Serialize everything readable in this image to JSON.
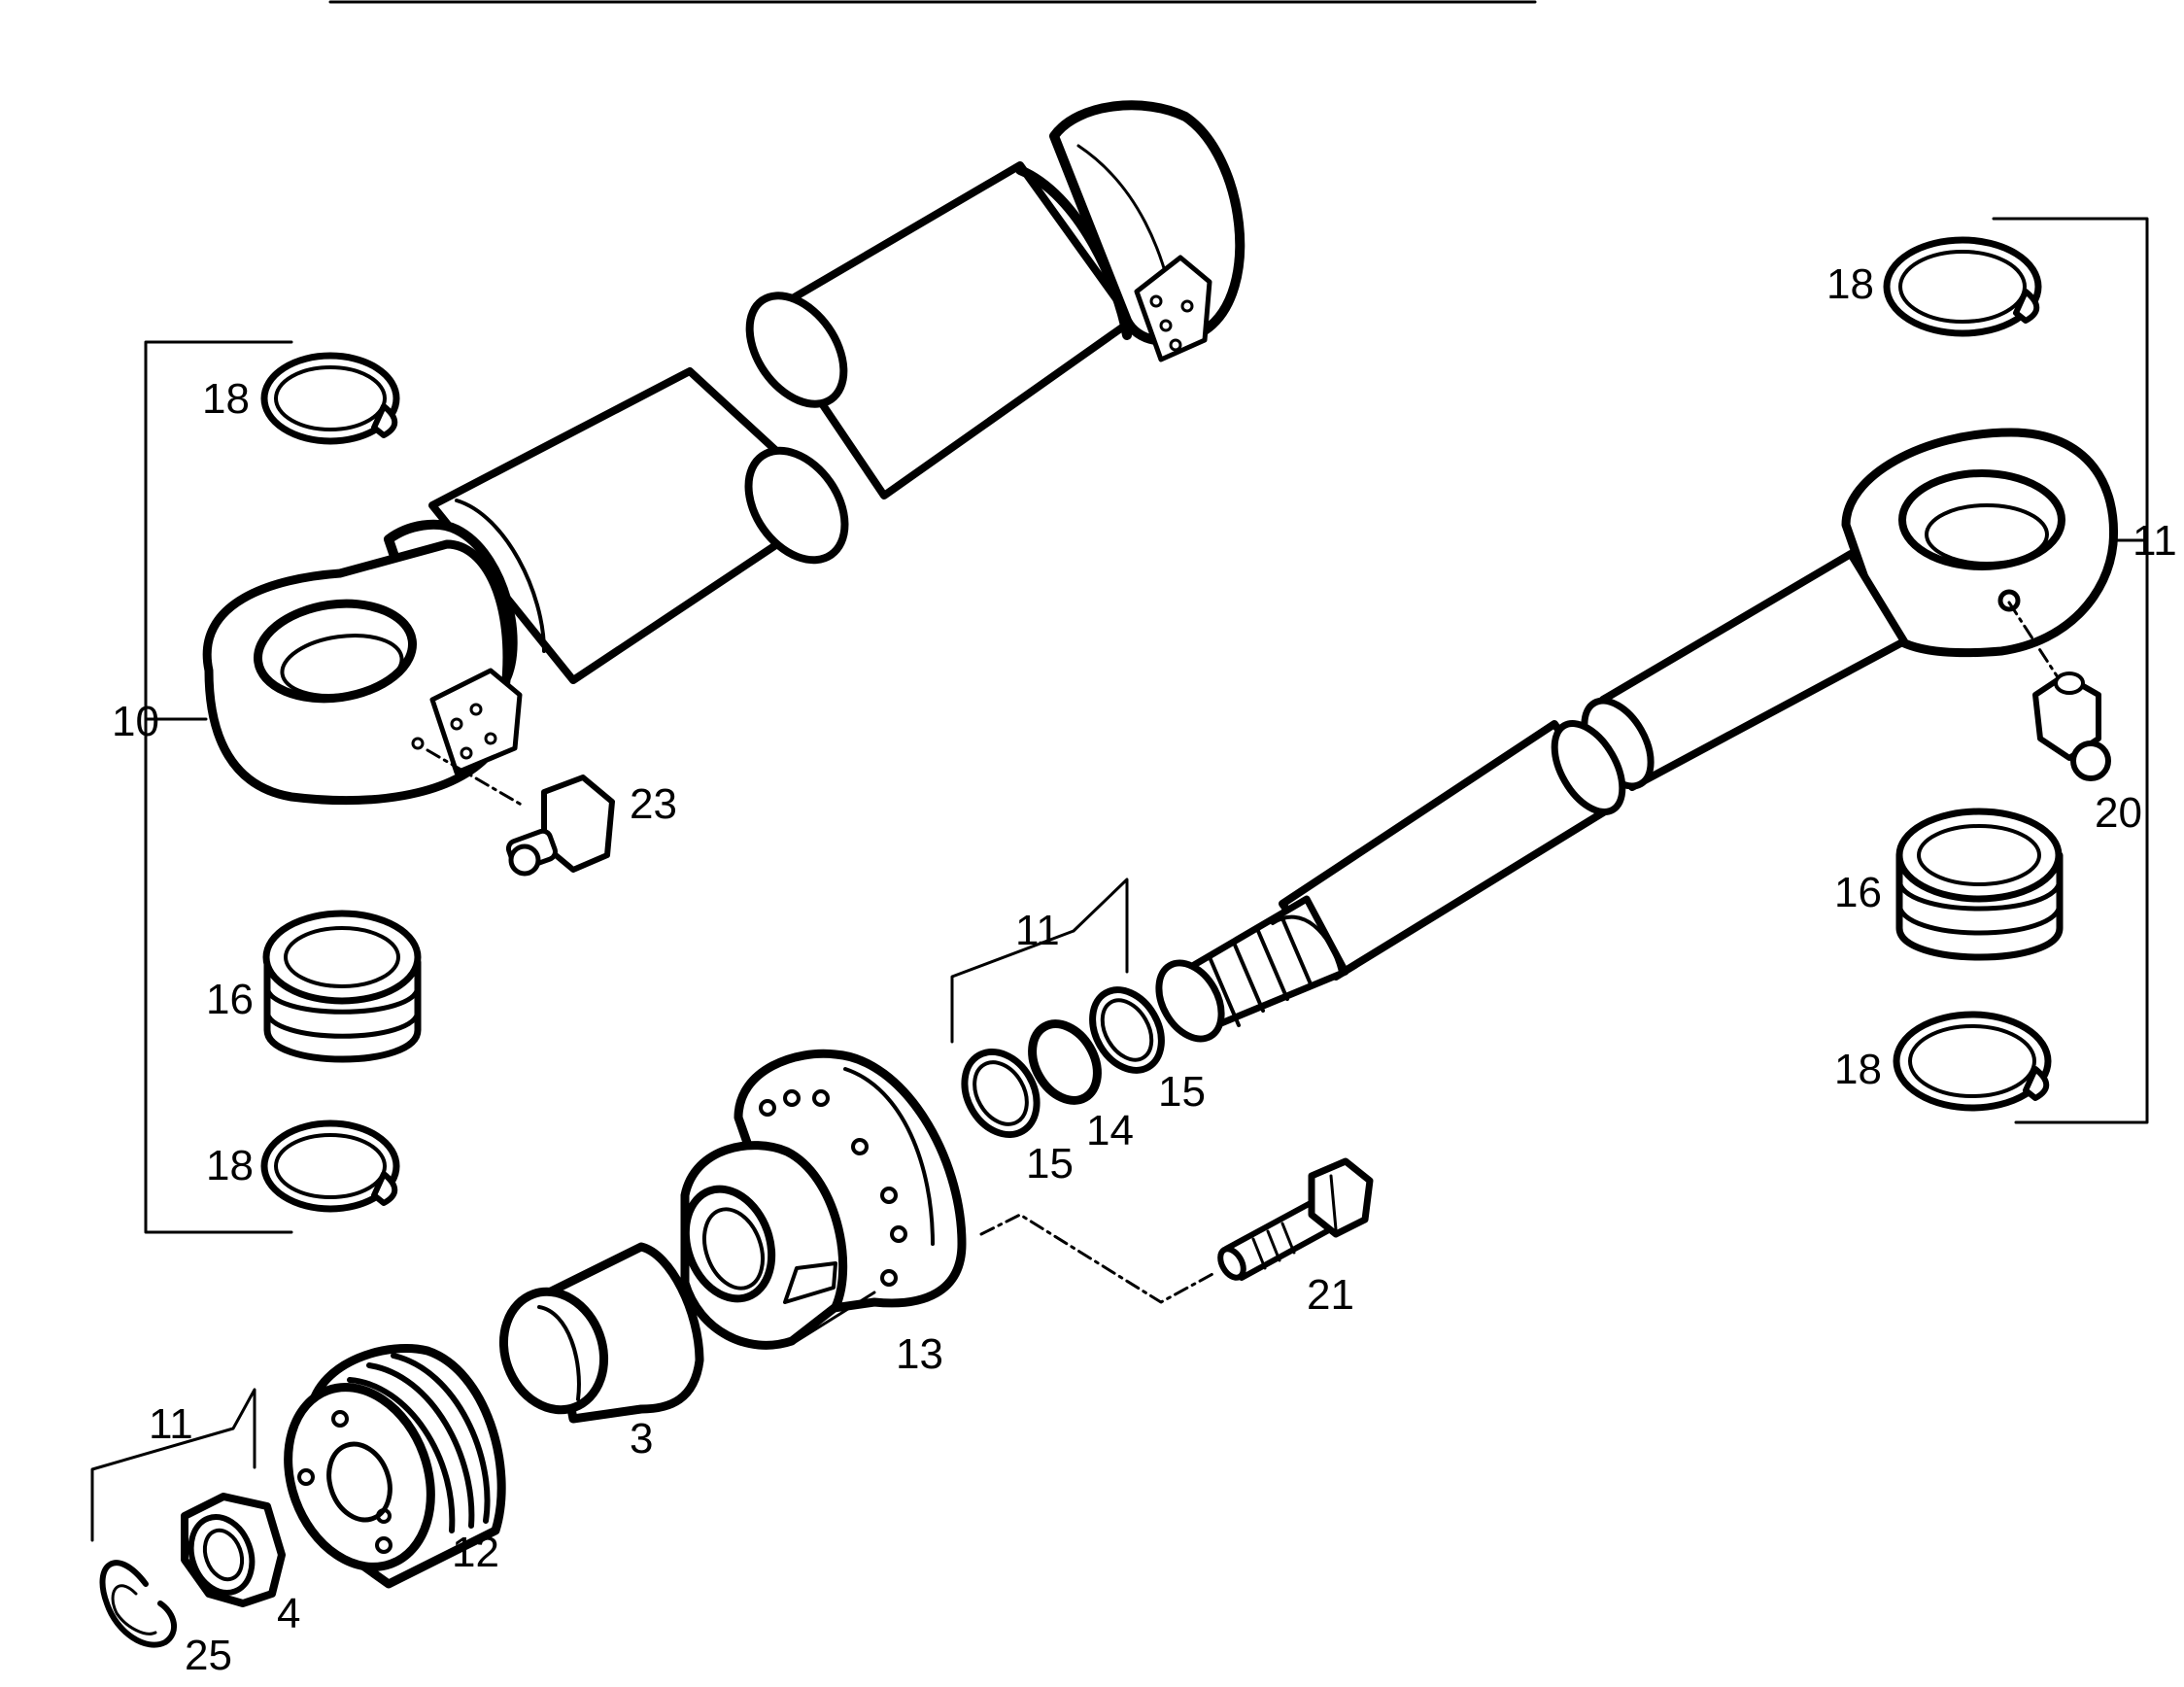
{
  "diagram": {
    "type": "exploded-parts-view",
    "colors": {
      "ink": "#000000",
      "paper": "#ffffff"
    }
  },
  "callouts": {
    "item_10": "10",
    "item_18_left_top": "18",
    "item_16_left": "16",
    "item_18_left_bottom": "18",
    "item_23": "23",
    "item_18_right_top": "18",
    "item_11_right": "11",
    "item_20": "20",
    "item_16_right": "16",
    "item_18_right_bottom": "18",
    "item_11_middle": "11",
    "item_15_right": "15",
    "item_14": "14",
    "item_15_left": "15",
    "item_21": "21",
    "item_13": "13",
    "item_3": "3",
    "item_12": "12",
    "item_11_bottom": "11",
    "item_4": "4",
    "item_25": "25"
  }
}
